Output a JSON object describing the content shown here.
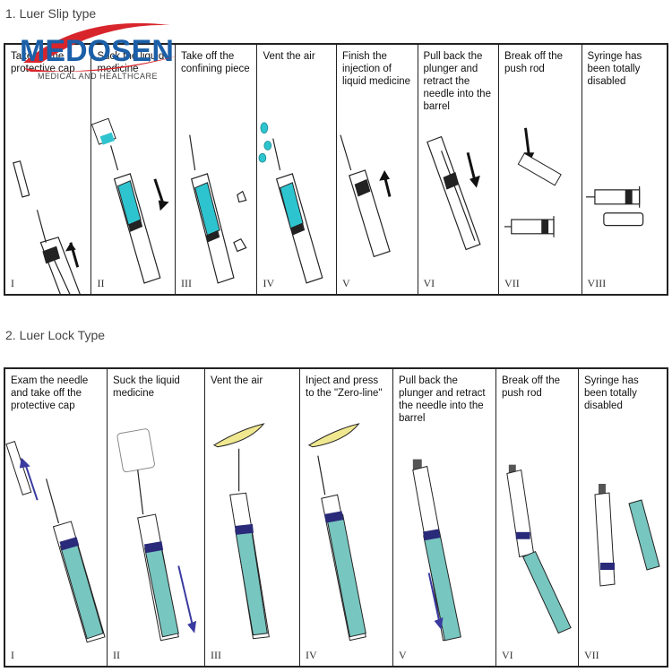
{
  "logo": {
    "brand": "MEDOSEN",
    "tagline": "MEDICAL AND HEALTHCARE"
  },
  "luer_slip": {
    "title": "1. Luer Slip type",
    "panels": [
      {
        "caption": "Take off the protective cap",
        "numeral": "I"
      },
      {
        "caption": "Suck the liquid medicine",
        "numeral": "II"
      },
      {
        "caption": "Take off the confining piece",
        "numeral": "III"
      },
      {
        "caption": "Vent the air",
        "numeral": "IV"
      },
      {
        "caption": "Finish the injection of liquid medicine",
        "numeral": "V"
      },
      {
        "caption": "Pull back the plunger and retract the needle into the barrel",
        "numeral": "VI"
      },
      {
        "caption": "Break off the push rod",
        "numeral": "VII"
      },
      {
        "caption": "Syringe has been totally disabled",
        "numeral": "VIII"
      }
    ]
  },
  "luer_lock": {
    "title": "2. Luer Lock Type",
    "panels": [
      {
        "caption": "Exam the needle and take off the protective cap",
        "numeral": "I"
      },
      {
        "caption": "Suck the liquid medicine",
        "numeral": "II"
      },
      {
        "caption": "Vent the air",
        "numeral": "III"
      },
      {
        "caption": "Inject and press to the \"Zero-line\"",
        "numeral": "IV"
      },
      {
        "caption": "Pull back the plunger and retract the needle into the barrel",
        "numeral": "V"
      },
      {
        "caption": "Break off the push rod",
        "numeral": "VI"
      },
      {
        "caption": "Syringe has been totally disabled",
        "numeral": "VII"
      }
    ]
  },
  "colors": {
    "liquid": "#2ec4cf",
    "plunger_teal": "#78c6c0",
    "seal_navy": "#2a2a7a",
    "arrow_blue": "#3a3aa0",
    "logo_blue": "#1b5fa8",
    "logo_red": "#d8252c",
    "liquid_yellow": "#f0e890"
  }
}
